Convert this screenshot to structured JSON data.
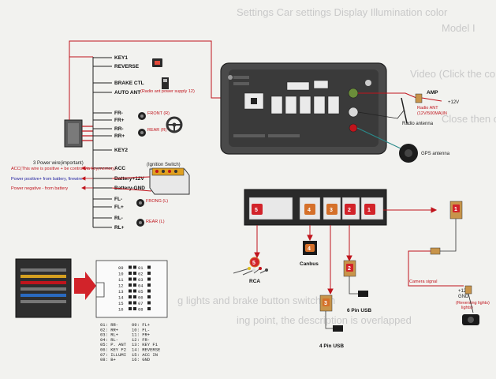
{
  "background_text": {
    "line1": "Settings Car settings  Display  Illumination color",
    "line2": "Model I",
    "line3": "Video (Click the corresponding function button, click",
    "line4": "Close then other modes...  open this function",
    "line5": "ing point, the description is overlapped",
    "line6": "g lights and brake button switch on"
  },
  "harness_labels": {
    "key1": "KEY1",
    "reverse": "REVERSE",
    "brake": "BRAKE CTL",
    "auto_ant": "AUTO ANT",
    "auto_ant_note": "(Radio ant power supply 12)",
    "fr_minus": "FR-",
    "fr_plus": "FR+",
    "front_r": "FRONT (R)",
    "rr_minus": "RR-",
    "rr_plus": "RR+",
    "rear_r": "REAR (R)",
    "key2": "KEY2",
    "power_wire": "3 Power wire(important)",
    "acc_note": "ACC(This wire is positive + be control via key,memory)",
    "power_pos_note": "Power positive+ from battery, firewire.",
    "power_neg_note": "Power negative - from battery",
    "acc": "ACC",
    "battery_12v": "Battery+12V",
    "battery_gnd": "Battery-GND",
    "ignition": "(Ignition Switch)",
    "fl_minus": "FL-",
    "fl_plus": "FL+",
    "front_l": "FRONG (L)",
    "rl_minus": "RL-",
    "rl_plus": "RL+",
    "rear_l": "REAR (L)"
  },
  "unit_labels": {
    "amp": "AMP",
    "amp_12v": "+12V",
    "radio_ant": "Radio ANT",
    "radio_ant_spec": "(12V/500MA)IN",
    "radio_antenna": "Radio antenna",
    "gps_antenna": "GPS antenna"
  },
  "connectors": {
    "canbus": "Canbus",
    "rca": "RCA",
    "usb6": "6 Pin USB",
    "usb4": "4 Pin USB",
    "camera_signal": "Camera signal",
    "cam_12v": "+12V",
    "cam_gnd": "GND",
    "reversing": "(Reversing lights)"
  },
  "badges": [
    "1",
    "2",
    "3",
    "4",
    "5"
  ],
  "pin_table": {
    "left": [
      "01:  RR-",
      "02:  RR+",
      "03:  RL+",
      "04:  RL-",
      "05:  P. ANT",
      "06:  KEY F2",
      "07:  ILLUMI",
      "08:  B+"
    ],
    "right": [
      "09:  FL+",
      "10:  FL-",
      "11:  FR+",
      "12:  FR-",
      "13:  KEY F1",
      "14:  REVERSE",
      "15:  ACC IN",
      "16:  GND"
    ]
  },
  "pin_grid": [
    "09",
    "10",
    "11",
    "12",
    "13",
    "14",
    "15",
    "16"
  ],
  "colors": {
    "wire_red": "#c0141c",
    "wire_teal": "#2a8a8a",
    "badge_red": "#d2232a",
    "badge_orange": "#d5702a",
    "usb_tan": "#c8944a",
    "unit_dark": "#3a3a3a"
  }
}
